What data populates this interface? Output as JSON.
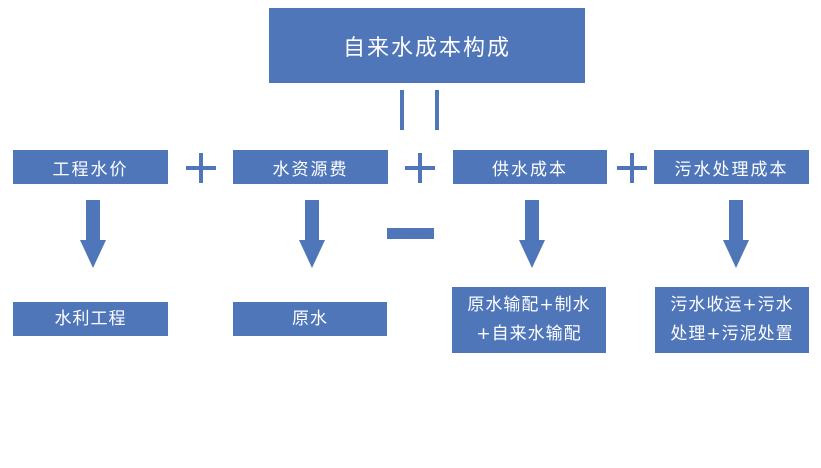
{
  "title": "自来水成本构成",
  "categories": [
    {
      "label": "工程水价",
      "result": "水利工程"
    },
    {
      "label": "水资源费",
      "result": "原水"
    },
    {
      "label": "供水成本",
      "result_lines": [
        "原水输配+制水",
        "+自来水输配"
      ]
    },
    {
      "label": "污水处理成本",
      "result_lines": [
        "污水收运+污水",
        "处理+污泥处置"
      ]
    }
  ],
  "colors": {
    "box_fill": "#4f76b8",
    "text": "#ffffff",
    "background": "#ffffff"
  }
}
